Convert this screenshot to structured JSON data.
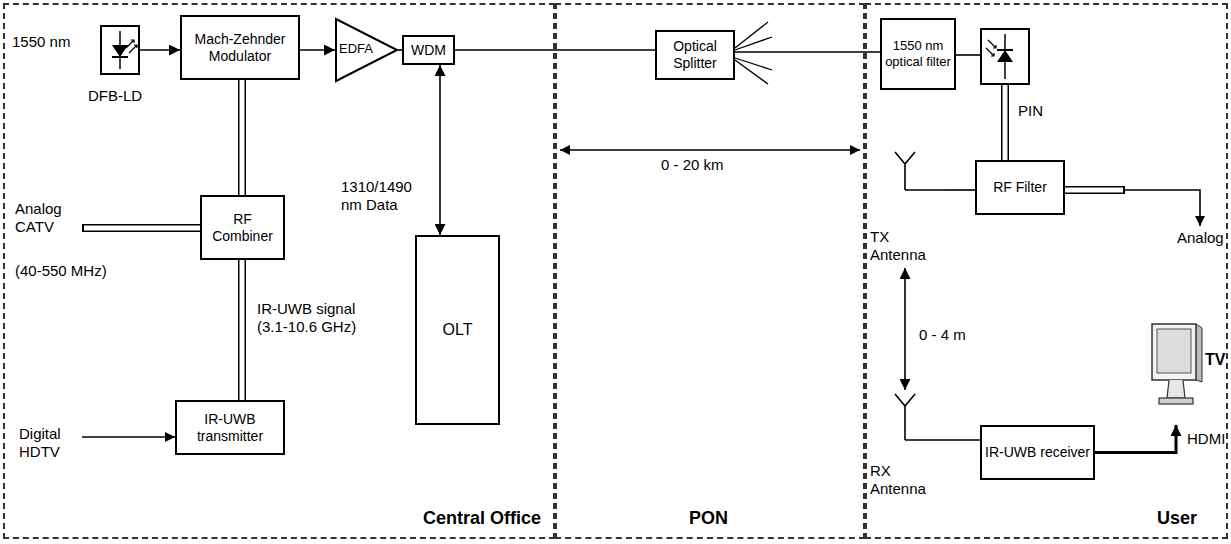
{
  "diagram": {
    "nodes": [
      {
        "text": [
          "Central Office"
        ]
      },
      {
        "text": [
          "PON"
        ]
      },
      {
        "text": [
          "User"
        ]
      },
      {
        "text": [
          "1550 nm",
          "DFB-LD"
        ],
        "in": 0
      },
      {
        "text": [
          "Mach-Zehnder Modulator"
        ],
        "in": 0
      },
      {
        "text": [
          "EDFA"
        ],
        "in": 0
      },
      {
        "text": [
          "WDM"
        ],
        "in": 0
      },
      {
        "text": [
          "OLT"
        ],
        "in": 0
      },
      {
        "text": [
          "RF Combiner"
        ],
        "in": 0
      },
      {
        "text": [
          "IR-UWB transmitter"
        ],
        "in": 0
      },
      {
        "text": [
          "Optical Splitter"
        ],
        "in": 1
      },
      {
        "text": [
          "1550 nm optical filter"
        ],
        "in": 2
      },
      {
        "text": [
          "PIN"
        ],
        "in": 2
      },
      {
        "text": [
          "RF Filter"
        ],
        "in": 2
      },
      {
        "text": [
          "TX Antenna"
        ],
        "in": 2
      },
      {
        "text": [
          "RX Antenna"
        ],
        "in": 2
      },
      {
        "text": [
          "IR-UWB receiver"
        ],
        "in": 2
      },
      {
        "text": [
          "TV"
        ],
        "in": 2
      }
    ],
    "edges": [
      {
        "from": 3,
        "to": 4,
        "arrow": "to"
      },
      {
        "from": 4,
        "to": 5,
        "arrow": "to"
      },
      {
        "from": 5,
        "to": 6,
        "arrow": "none"
      },
      {
        "from": 6,
        "to": 10,
        "arrow": "none"
      },
      {
        "from": 6,
        "to": 7,
        "label": "1310/1490 nm Data",
        "arrow": "both"
      },
      {
        "from": 8,
        "to": 4,
        "arrow": "none"
      },
      {
        "from": 9,
        "to": 8,
        "label": "IR-UWB signal (3.1-10.6 GHz)",
        "arrow": "none"
      },
      {
        "from": 10,
        "to": 11,
        "arrow": "none"
      },
      {
        "from": 11,
        "to": 12,
        "arrow": "none"
      },
      {
        "from": 12,
        "to": 13,
        "arrow": "none"
      },
      {
        "from": 13,
        "to": 14,
        "arrow": "none"
      },
      {
        "from": 14,
        "to": 15,
        "label": "0 - 4 m",
        "arrow": "both"
      },
      {
        "from": 15,
        "to": 16,
        "arrow": "none"
      },
      {
        "from": 16,
        "to": 17,
        "label": "HDMI",
        "arrow": "to"
      }
    ],
    "labels": [
      "0 - 20 km",
      "Analog CATV",
      "(40-550 MHz)",
      "Digital HDTV",
      "Analog"
    ]
  }
}
